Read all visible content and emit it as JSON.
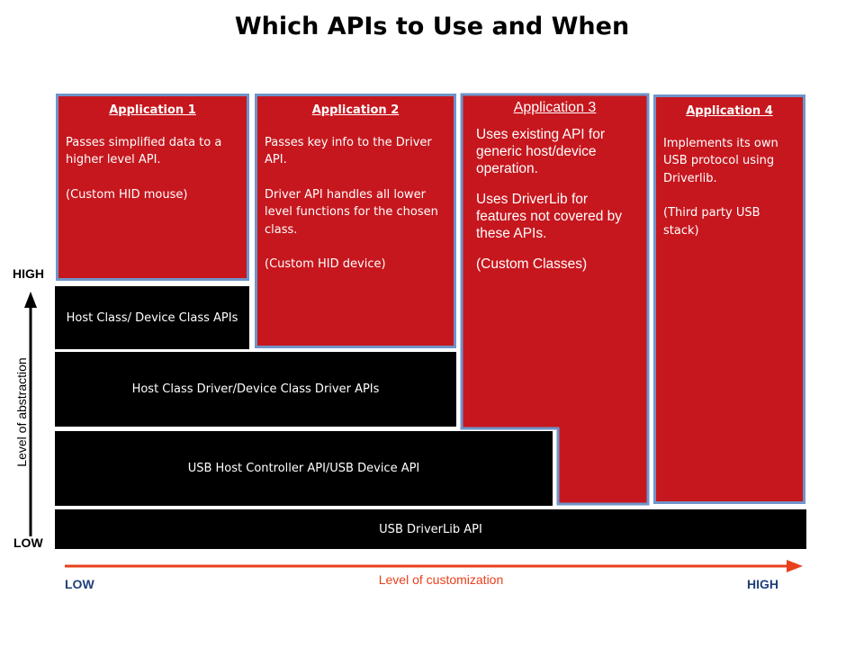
{
  "title": "Which APIs to Use and When",
  "applications": [
    {
      "heading": "Application 1",
      "paragraphs": [
        "Passes simplified data to a higher level API.",
        "(Custom HID mouse)"
      ]
    },
    {
      "heading": "Application 2",
      "paragraphs": [
        "Passes key info to the Driver API.",
        "Driver API handles all lower level functions for the chosen class.",
        "(Custom HID device)"
      ]
    },
    {
      "heading": "Application 3",
      "paragraphs": [
        "Uses existing API for generic host/device operation.",
        "Uses DriverLib for features not covered by these APIs.",
        "(Custom Classes)"
      ]
    },
    {
      "heading": "Application 4",
      "paragraphs": [
        "Implements its own USB protocol using Driverlib.",
        "(Third party USB stack)"
      ]
    }
  ],
  "layers": {
    "class_api": "Host Class/ Device Class APIs",
    "class_driver_api": "Host Class Driver/Device Class Driver APIs",
    "controller_api": "USB Host Controller API/USB Device API",
    "driverlib_api": "USB DriverLib API"
  },
  "y_axis": {
    "label": "Level of abstraction",
    "high": "HIGH",
    "low": "LOW"
  },
  "x_axis": {
    "label": "Level of customization",
    "low": "LOW",
    "high": "HIGH"
  },
  "colors": {
    "app_fill": "#c6171e",
    "app_border": "#6f94c9",
    "layer_fill": "#000000",
    "x_arrow": "#e8401c",
    "x_end_labels": "#1f3f7a"
  }
}
